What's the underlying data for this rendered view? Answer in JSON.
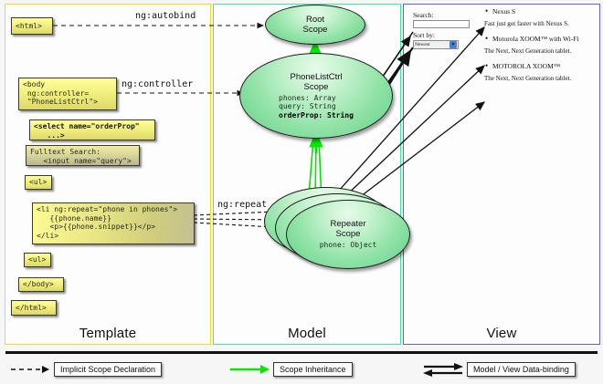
{
  "panels": {
    "template": {
      "label": "Template",
      "border_color": "#e8e117"
    },
    "model": {
      "label": "Model",
      "border_color": "#3fe6a4"
    },
    "view": {
      "label": "View",
      "border_color": "#6b5ce7"
    }
  },
  "template_boxes": [
    {
      "id": "html-open",
      "text": "<html>"
    },
    {
      "id": "body-open",
      "text": "<body\n ng:controller=\n \"PhoneListCtrl\">"
    },
    {
      "id": "select",
      "text": "<select name=\"orderProp\"\n   ...>"
    },
    {
      "id": "fulltext",
      "text": "Fulltext Search:\n   <input name=\"query\">"
    },
    {
      "id": "ul-open",
      "text": "<ul>"
    },
    {
      "id": "li-repeat",
      "text": "<li ng:repeat=\"phone in phones\">\n   {{phone.name}}\n   <p>{{phone.snippet}}</p>\n</li>"
    },
    {
      "id": "ul-close",
      "text": "<ul>"
    },
    {
      "id": "body-close",
      "text": "</body>"
    },
    {
      "id": "html-close",
      "text": "</html>"
    }
  ],
  "wire_labels": {
    "autobind": "ng:autobind",
    "controller": "ng:controller",
    "repeat": "ng:repeat"
  },
  "scopes": [
    {
      "id": "root",
      "title": "Root\nScope",
      "props": []
    },
    {
      "id": "phonelist",
      "title": "PhoneListCtrl\nScope",
      "props": [
        "phones: Array",
        "query: String",
        "orderProp: String"
      ],
      "bold_props": [
        "orderProp: String"
      ]
    },
    {
      "id": "repeater",
      "title": "Repeater\nScope",
      "props": [
        "phone: Object"
      ]
    }
  ],
  "view": {
    "search_label": "Search:",
    "search_value": "",
    "sort_label": "Sort by:",
    "sort_selected": "Newest",
    "phones": [
      {
        "name": "Nexus S",
        "snippet": "Fast just got faster with Nexus S."
      },
      {
        "name": "Motorola XOOM™ with Wi-Fi",
        "snippet": "The Next, Next Generation tablet."
      },
      {
        "name": "MOTOROLA XOOM™",
        "snippet": "The Next, Next Generation tablet."
      }
    ]
  },
  "legend": [
    {
      "id": "implicit",
      "label": "Implicit Scope Declaration",
      "style": "dashed-arrow",
      "color": "#111111"
    },
    {
      "id": "inheritance",
      "label": "Scope Inheritance",
      "style": "solid-arrow",
      "color": "#00e800"
    },
    {
      "id": "databinding",
      "label": "Model / View Data-binding",
      "style": "double-arrow",
      "color": "#111111"
    }
  ]
}
